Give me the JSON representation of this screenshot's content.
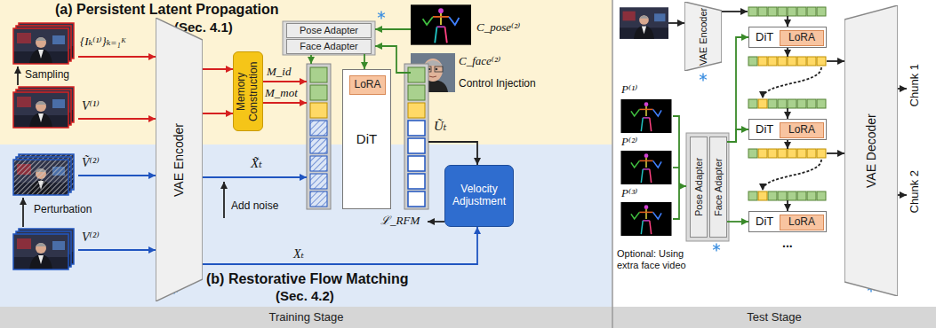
{
  "diagram": {
    "nodes": [
      {
        "text": [
          "(a) Persistent Latent Propagation",
          "(Sec. 4.1)"
        ]
      },
      {
        "text": [
          "Memory Construction"
        ],
        "in": 0
      },
      {
        "text": [
          "Pose Adapter"
        ],
        "in": 0
      },
      {
        "text": [
          "Face Adapter"
        ],
        "in": 0
      },
      {
        "text": [
          "VAE Encoder"
        ]
      },
      {
        "text": [
          "DiT"
        ]
      },
      {
        "text": [
          "LoRA"
        ],
        "in": 5
      },
      {
        "text": [
          "(b) Restorative Flow Matching",
          "(Sec. 4.2)"
        ]
      },
      {
        "text": [
          "Velocity Adjustment"
        ],
        "in": 7
      },
      {
        "text": [
          "VAE Encoder"
        ]
      },
      {
        "text": [
          "DiT"
        ]
      },
      {
        "text": [
          "LoRA"
        ],
        "in": 10
      },
      {
        "text": [
          "Pose Adapter"
        ]
      },
      {
        "text": [
          "Face Adapter"
        ]
      },
      {
        "text": [
          "DiT"
        ]
      },
      {
        "text": [
          "LoRA"
        ],
        "in": 14
      },
      {
        "text": [
          "DiT"
        ]
      },
      {
        "text": [
          "LoRA"
        ],
        "in": 16
      },
      {
        "text": [
          "VAE Decoder"
        ]
      }
    ],
    "edges": [
      {
        "from": 4,
        "to": 1,
        "arrow": "to"
      },
      {
        "from": 3,
        "to": 5,
        "arrow": "to"
      },
      {
        "from": 4,
        "to": 8,
        "label": "Xₜ",
        "arrow": "to"
      },
      {
        "from": 13,
        "to": 10,
        "arrow": "to"
      },
      {
        "from": 13,
        "to": 14,
        "arrow": "to"
      },
      {
        "from": 13,
        "to": 16,
        "arrow": "to"
      }
    ],
    "labels": [
      "{Iₖ⁽¹⁾}ₖ₌₁ᴷ",
      "Sampling",
      "V⁽¹⁾",
      "M_id",
      "M_mot",
      "C_pose⁽²⁾",
      "C_face⁽²⁾",
      "Control Injection",
      "Ũₜ",
      "Perturbation",
      "Ṽ⁽²⁾",
      "V⁽²⁾",
      "X̃ₜ",
      "Add noise",
      "ℒ_RFM",
      "P⁽¹⁾",
      "P⁽²⁾",
      "P⁽³⁾",
      "Optional: Using extra face video",
      "Chunk 1",
      "Chunk 2",
      "...",
      "Training Stage",
      "Test Stage"
    ]
  }
}
